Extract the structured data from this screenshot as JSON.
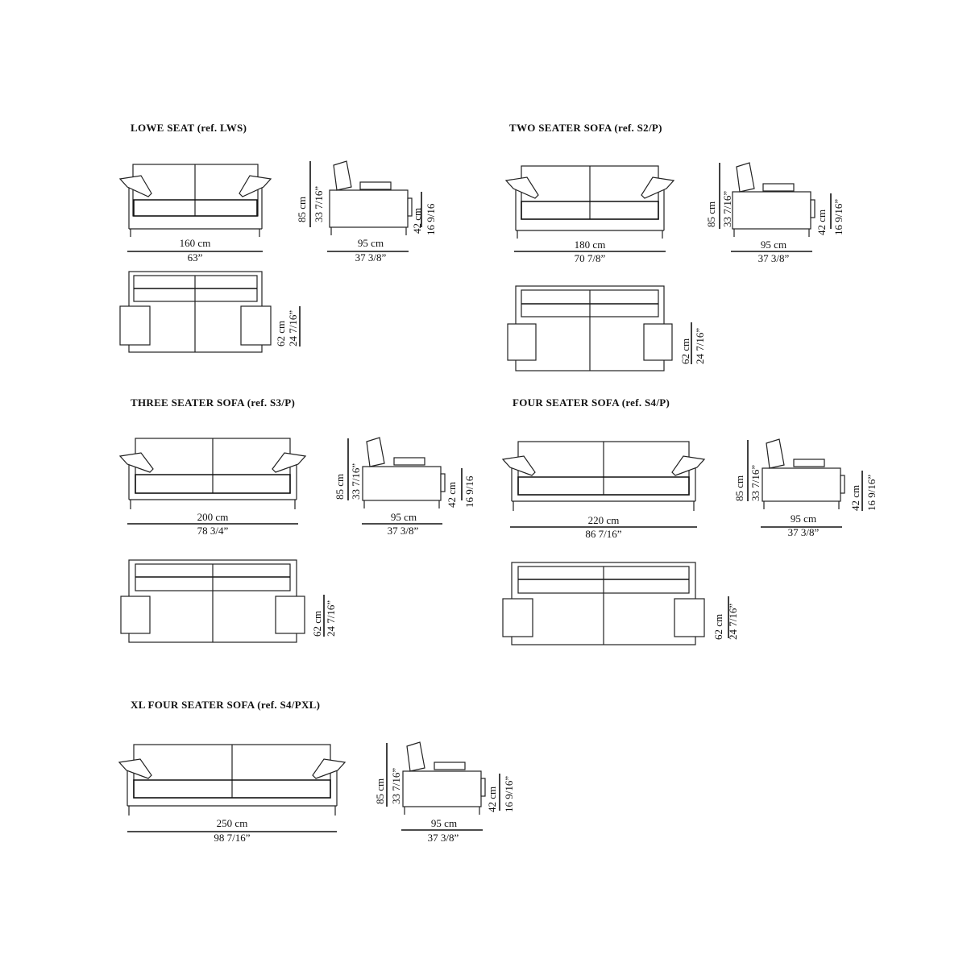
{
  "sections": {
    "lowe": {
      "title": "LOWE SEAT (ref. LWS)",
      "width_cm": "160 cm",
      "width_in": "63”",
      "height_cm": "85 cm",
      "height_in": "33 7/16”",
      "depth_cm": "95 cm",
      "depth_in": "37 3/8”",
      "seat_cm": "42 cm",
      "seat_in": "16 9/16",
      "arm_cm": "62 cm",
      "arm_in": "24 7/16”"
    },
    "two": {
      "title": "TWO SEATER SOFA (ref. S2/P)",
      "width_cm": "180 cm",
      "width_in": "70 7/8”",
      "height_cm": "85 cm",
      "height_in": "33 7/16”",
      "depth_cm": "95 cm",
      "depth_in": "37 3/8”",
      "seat_cm": "42 cm",
      "seat_in": "16 9/16”",
      "arm_cm": "62 cm",
      "arm_in": "24 7/16”"
    },
    "three": {
      "title": "THREE SEATER SOFA (ref. S3/P)",
      "width_cm": "200 cm",
      "width_in": "78 3/4”",
      "height_cm": "85 cm",
      "height_in": "33 7/16”",
      "depth_cm": "95 cm",
      "depth_in": "37 3/8”",
      "seat_cm": "42 cm",
      "seat_in": "16 9/16",
      "arm_cm": "62 cm",
      "arm_in": "24 7/16”"
    },
    "four": {
      "title": "FOUR SEATER SOFA (ref. S4/P)",
      "width_cm": "220 cm",
      "width_in": "86 7/16”",
      "height_cm": "85 cm",
      "height_in": "33 7/16”",
      "depth_cm": "95 cm",
      "depth_in": "37 3/8”",
      "seat_cm": "42 cm",
      "seat_in": "16 9/16”",
      "arm_cm": "62 cm",
      "arm_in": "24 7/16”"
    },
    "xl": {
      "title": "XL FOUR SEATER SOFA (ref. S4/PXL)",
      "width_cm": "250 cm",
      "width_in": "98 7/16”",
      "height_cm": "85 cm",
      "height_in": "33 7/16”",
      "depth_cm": "95 cm",
      "depth_in": "37 3/8”",
      "seat_cm": "42 cm",
      "seat_in": "16 9/16”"
    }
  },
  "colors": {
    "line": "#222222",
    "background": "#ffffff"
  }
}
